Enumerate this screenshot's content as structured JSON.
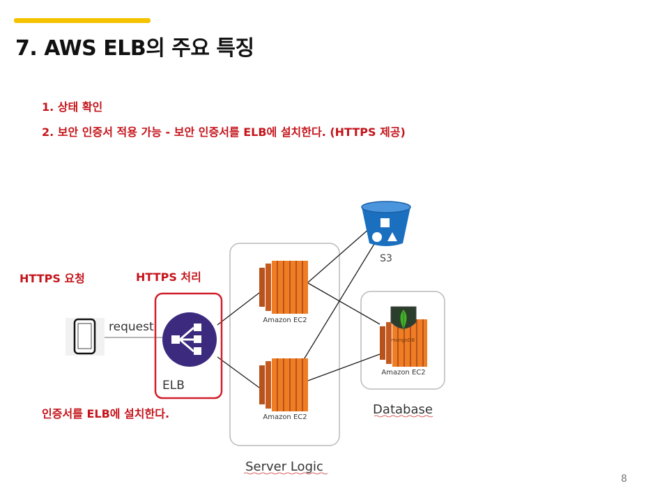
{
  "slide": {
    "title": "7. AWS ELB의 주요 특징",
    "points": [
      "1. 상태 확인",
      "2. 보안 인증서 적용 가능 - 보안 인증서를 ELB에 설치한다. (HTTPS 제공)"
    ],
    "page_number": "8",
    "accent_color": "#f5c200",
    "highlight_color": "#c4141b"
  },
  "diagram": {
    "https_request_label": "HTTPS 요청",
    "https_process_label": "HTTPS 처리",
    "cert_note": "인증서를 ELB에 설치한다.",
    "request_label": "request",
    "elb_label": "ELB",
    "ec2_top_label": "Amazon EC2",
    "ec2_bottom_label": "Amazon EC2",
    "ec2_db_label": "Amazon EC2",
    "mongodb_label": "mongoDB",
    "s3_label": "S3",
    "server_logic_label": "Server Logic",
    "database_label": "Database"
  }
}
